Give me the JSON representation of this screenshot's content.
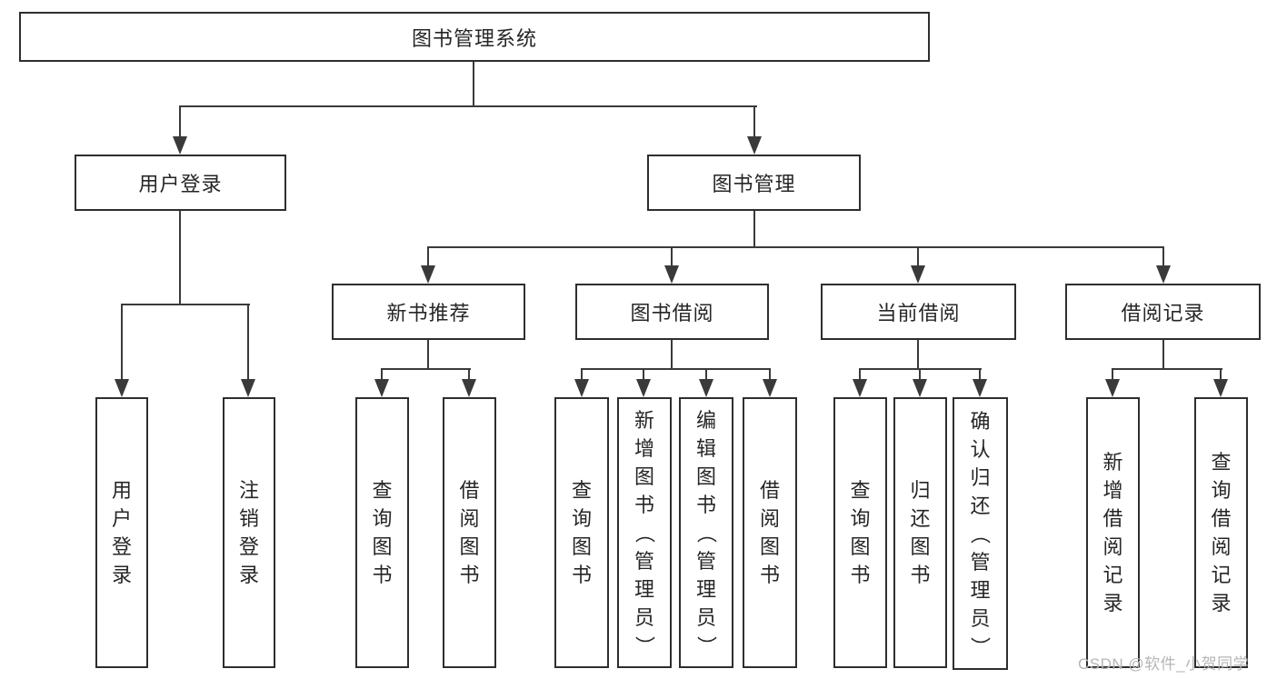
{
  "tree": {
    "label": "图书管理系统",
    "children": [
      {
        "label": "用户登录",
        "children": [
          {
            "label": "用户登录"
          },
          {
            "label": "注销登录"
          }
        ]
      },
      {
        "label": "图书管理",
        "children": [
          {
            "label": "新书推荐",
            "children": [
              {
                "label": "查询图书"
              },
              {
                "label": "借阅图书"
              }
            ]
          },
          {
            "label": "图书借阅",
            "children": [
              {
                "label": "查询图书"
              },
              {
                "label": "新增图书（管理员）"
              },
              {
                "label": "编辑图书（管理员）"
              },
              {
                "label": "借阅图书"
              }
            ]
          },
          {
            "label": "当前借阅",
            "children": [
              {
                "label": "查询图书"
              },
              {
                "label": "归还图书"
              },
              {
                "label": "确认归还（管理员）"
              }
            ]
          },
          {
            "label": "借阅记录",
            "children": [
              {
                "label": "新增借阅记录"
              },
              {
                "label": "查询借阅记录"
              }
            ]
          }
        ]
      }
    ]
  },
  "watermark": "CSDN @软件_小贺同学",
  "colors": {
    "line": "#3a3a3a",
    "box_border": "#2e2e2e",
    "text": "#262626",
    "watermark": "#b6b6b6",
    "background": "#ffffff"
  }
}
